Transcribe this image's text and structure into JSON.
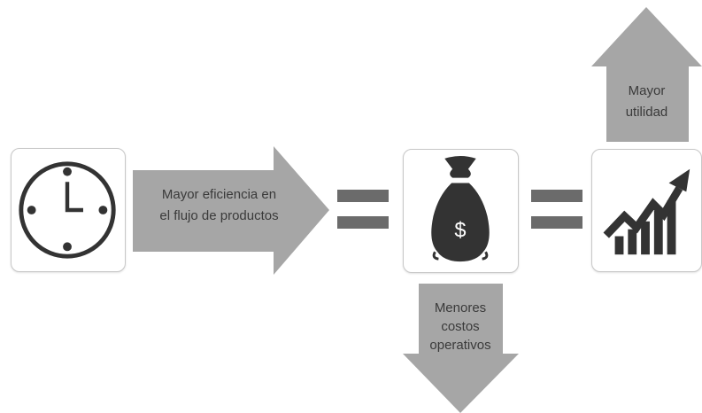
{
  "colors": {
    "icon_dark": "#333333",
    "arrow_fill": "#a6a6a6",
    "equals_fill": "#6b6b6b",
    "card_border": "#c8c8c8",
    "text": "#3a3a3a"
  },
  "flow": {
    "step1": {
      "icon": "clock-icon"
    },
    "arrow1": {
      "label": "Mayor eficiencia en\nel flujo de productos"
    },
    "step2": {
      "icon": "money-bag-icon",
      "symbol": "$"
    },
    "down_arrow": {
      "label": "Menores\ncostos\noperativos"
    },
    "step3": {
      "icon": "growth-chart-icon"
    },
    "up_arrow": {
      "label": "Mayor\nutilidad"
    }
  }
}
